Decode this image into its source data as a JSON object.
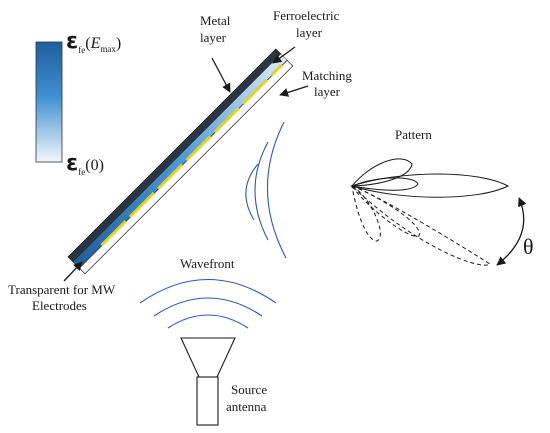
{
  "colorbar": {
    "top_label": {
      "symbol": "ε",
      "sub": "fe",
      "paren_open": "(",
      "var": "E",
      "var_sub": "max",
      "paren_close": ")"
    },
    "bottom_label": {
      "symbol": "ε",
      "sub": "fe",
      "value": "(0)"
    },
    "gradient": {
      "top": "#1f5f9e",
      "mid": "#3f8fd0",
      "bottom": "#f2f7fb"
    }
  },
  "labels": {
    "metal": [
      "Metal",
      "layer"
    ],
    "ferroelectric": [
      "Ferroelectric",
      "layer"
    ],
    "matching": [
      "Matching",
      "layer"
    ],
    "transparent": [
      "Transparent for MW",
      "Electrodes"
    ],
    "wavefront": "Wavefront",
    "source": [
      "Source",
      "antenna"
    ],
    "pattern": "Pattern",
    "theta": "θ"
  },
  "colors": {
    "metal": "#2b3440",
    "ferro_dark": "#1f5f9e",
    "ferro_light": "#dcebf7",
    "electrode": "#e6d21e",
    "wave": "#3355aa",
    "line": "#1a1a1a"
  }
}
